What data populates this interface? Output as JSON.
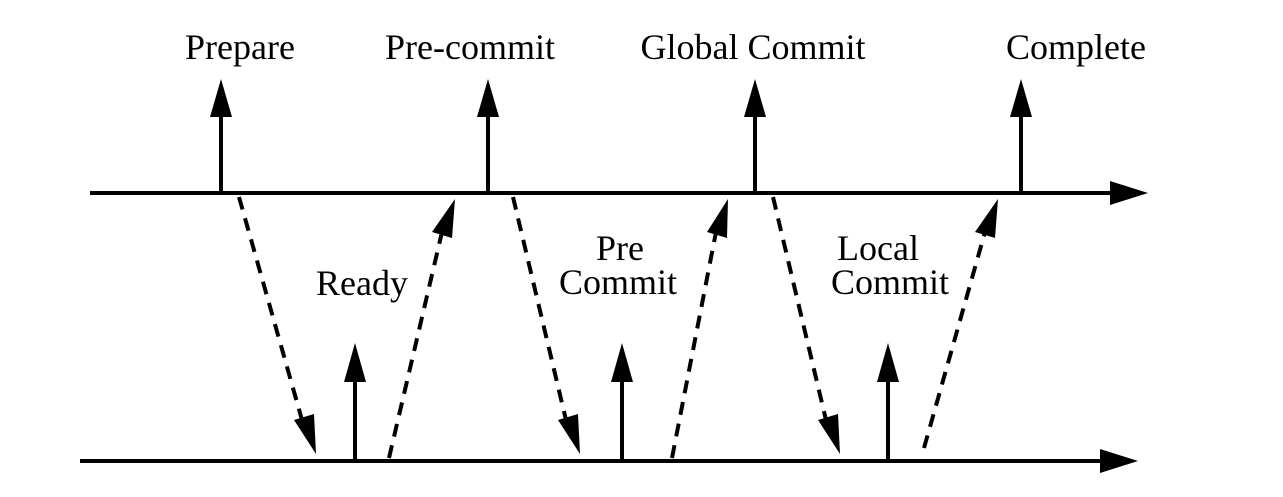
{
  "coordinator": {
    "events": [
      {
        "id": "prepare",
        "label": "Prepare"
      },
      {
        "id": "pre-commit",
        "label": "Pre-commit"
      },
      {
        "id": "global-commit",
        "label": "Global Commit"
      },
      {
        "id": "complete",
        "label": "Complete"
      }
    ]
  },
  "participant": {
    "events": [
      {
        "id": "ready-event"
      },
      {
        "id": "pre-commit-event"
      },
      {
        "id": "local-commit-event"
      }
    ]
  },
  "messages": [
    {
      "id": "prepare-msg",
      "direction": "down",
      "lines": []
    },
    {
      "id": "ready-msg",
      "direction": "up",
      "lines": [
        "Ready"
      ]
    },
    {
      "id": "pre-commit-msg",
      "direction": "down",
      "lines": []
    },
    {
      "id": "pre-commit-ack-msg",
      "direction": "up",
      "lines": [
        "Pre",
        "Commit"
      ]
    },
    {
      "id": "global-commit-msg",
      "direction": "down",
      "lines": []
    },
    {
      "id": "local-commit-ack-msg",
      "direction": "up",
      "lines": [
        "Local",
        "Commit"
      ]
    }
  ]
}
